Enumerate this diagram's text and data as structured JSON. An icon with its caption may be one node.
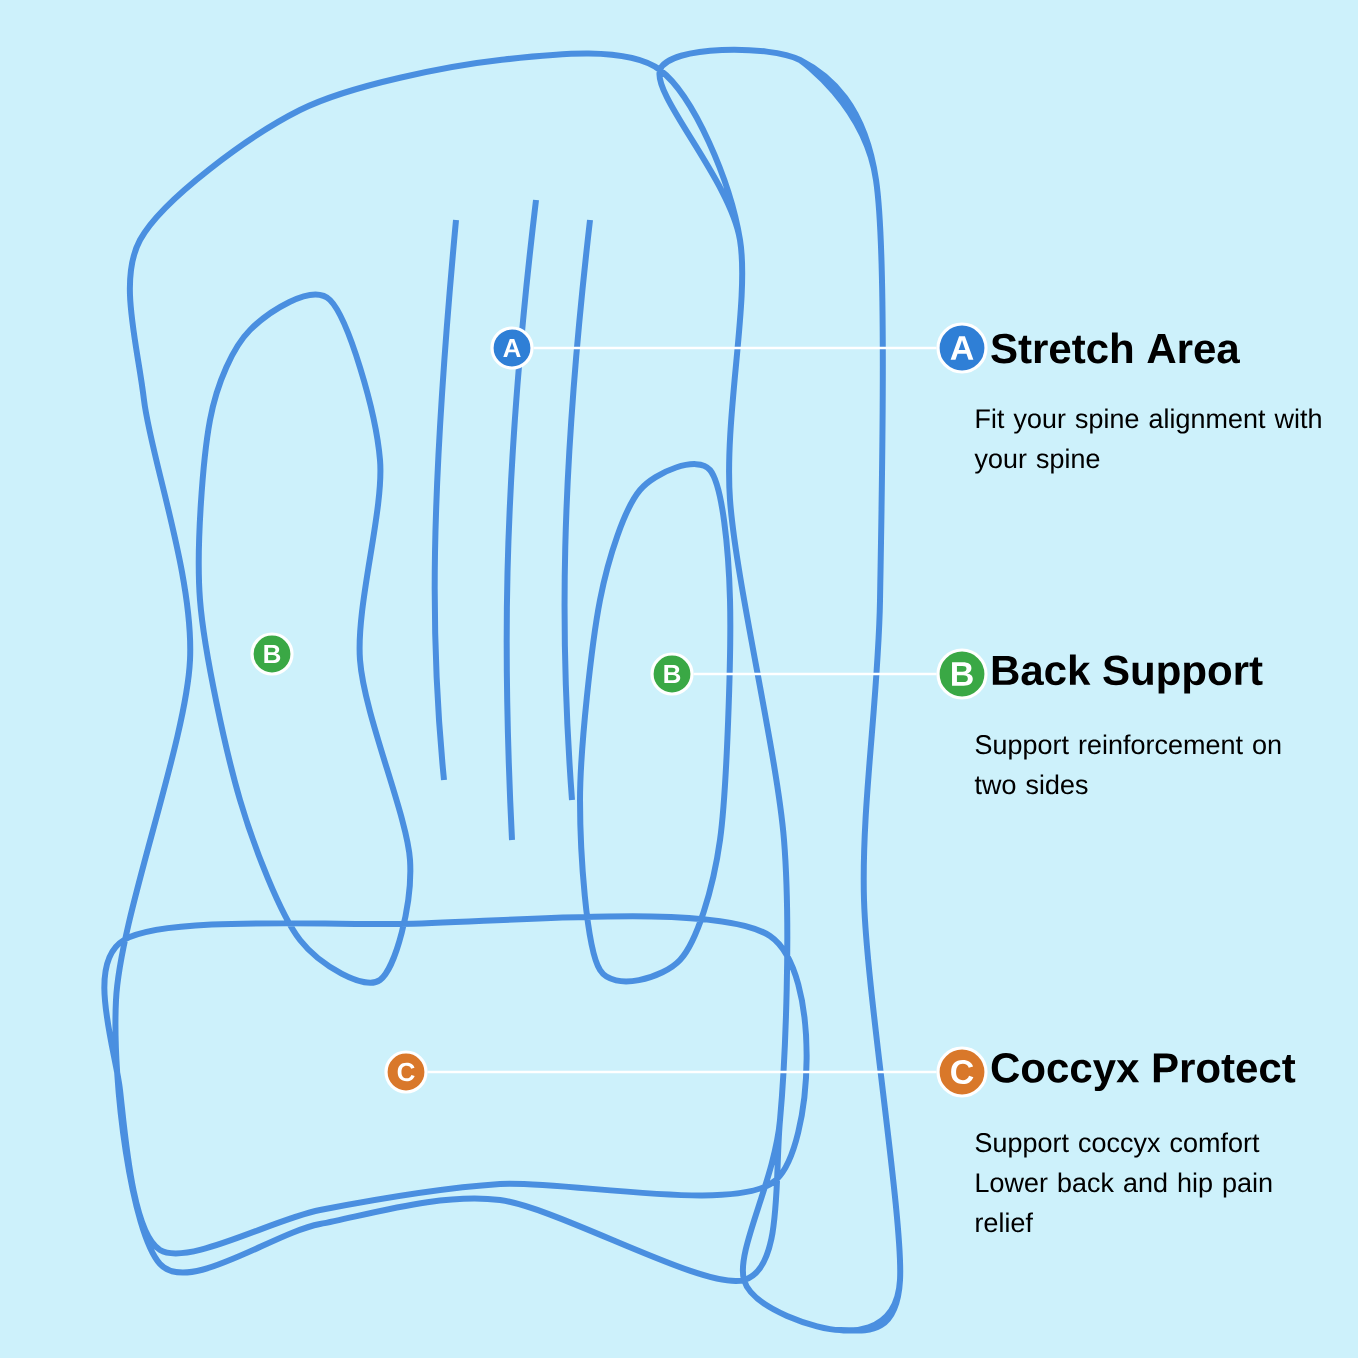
{
  "diagram": {
    "nodes": [
      {
        "text": [
          "A"
        ]
      },
      {
        "text": [
          "A"
        ],
        "beside": [
          "Stretch Area",
          "Fit your spine alignment with your spine"
        ]
      },
      {
        "text": [
          "B"
        ]
      },
      {
        "text": [
          "B"
        ]
      },
      {
        "text": [
          "B"
        ],
        "beside": [
          "Back Support",
          "Support reinforcement on two sides"
        ]
      },
      {
        "text": [
          "C"
        ]
      },
      {
        "text": [
          "C"
        ],
        "beside": [
          "Coccyx Protect",
          "Support coccyx comfort",
          "Lower back and hip pain relief"
        ]
      }
    ],
    "edges": [
      {
        "from": 0,
        "to": 1,
        "arrow": "none"
      },
      {
        "from": 3,
        "to": 4,
        "arrow": "none"
      },
      {
        "from": 5,
        "to": 6,
        "arrow": "none"
      }
    ]
  }
}
